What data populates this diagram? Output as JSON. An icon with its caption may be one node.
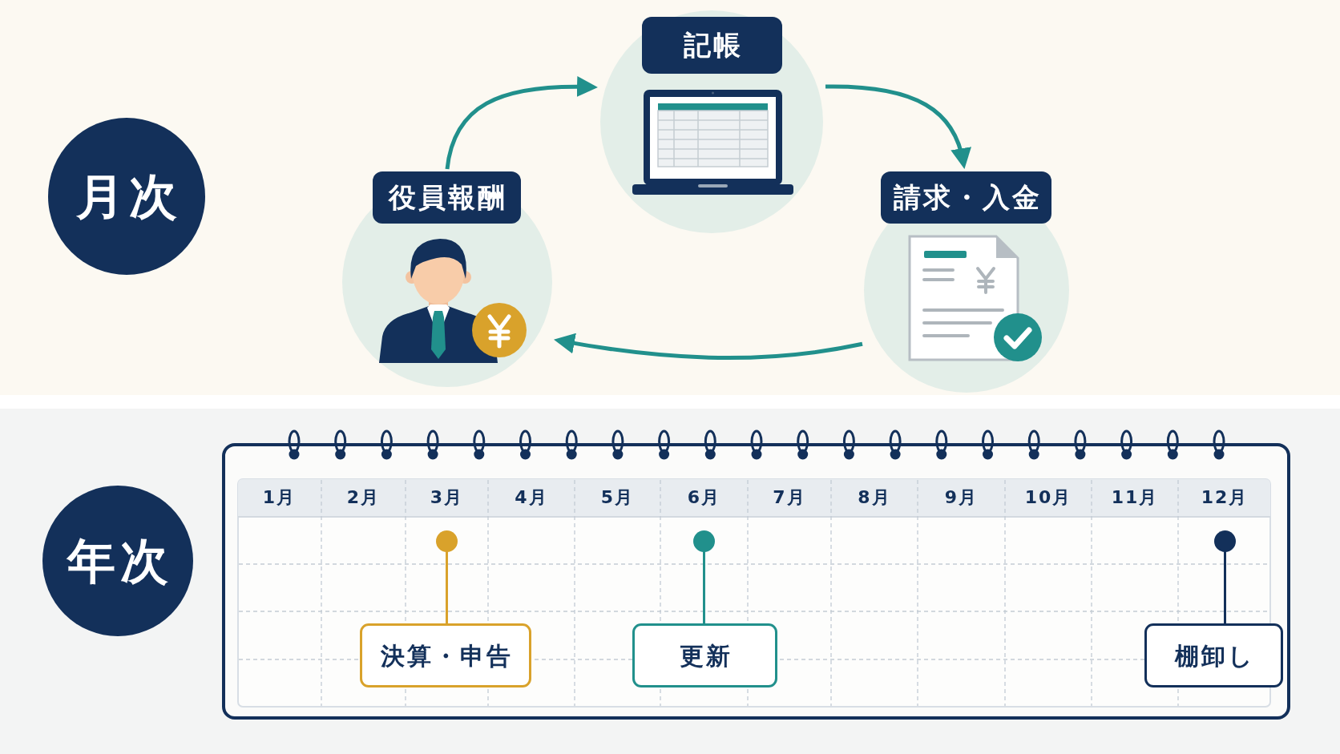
{
  "diagram": {
    "nodes": [
      {
        "text": [
          "月次"
        ]
      },
      {
        "text": [
          "記帳"
        ]
      },
      {
        "text": [
          "役員報酬"
        ]
      },
      {
        "text": [
          "請求・入金"
        ]
      },
      {
        "text": [
          "年次"
        ]
      },
      {
        "text": [
          "1月",
          "2月",
          "3月",
          "4月",
          "5月",
          "6月",
          "7月",
          "8月",
          "9月",
          "10月",
          "11月",
          "12月"
        ]
      },
      {
        "text": [],
        "shape": "circle",
        "in": 5
      },
      {
        "text": [],
        "shape": "circle",
        "in": 5
      },
      {
        "text": [],
        "shape": "circle",
        "in": 5
      },
      {
        "text": [
          "決算・申告"
        ],
        "in": 5
      },
      {
        "text": [
          "更新"
        ],
        "in": 5
      },
      {
        "text": [
          "棚卸し"
        ],
        "in": 5
      }
    ],
    "edges": [
      {
        "from": 2,
        "to": 1,
        "arrow": "to"
      },
      {
        "from": 1,
        "to": 3,
        "arrow": "to"
      },
      {
        "from": 3,
        "to": 2,
        "arrow": "to"
      },
      {
        "from": 9,
        "to": 6,
        "arrow": "none",
        "color": "#d9a22b"
      },
      {
        "from": 10,
        "to": 7,
        "arrow": "none"
      },
      {
        "from": 11,
        "to": 8,
        "arrow": "none",
        "color": "#13305a"
      }
    ]
  }
}
